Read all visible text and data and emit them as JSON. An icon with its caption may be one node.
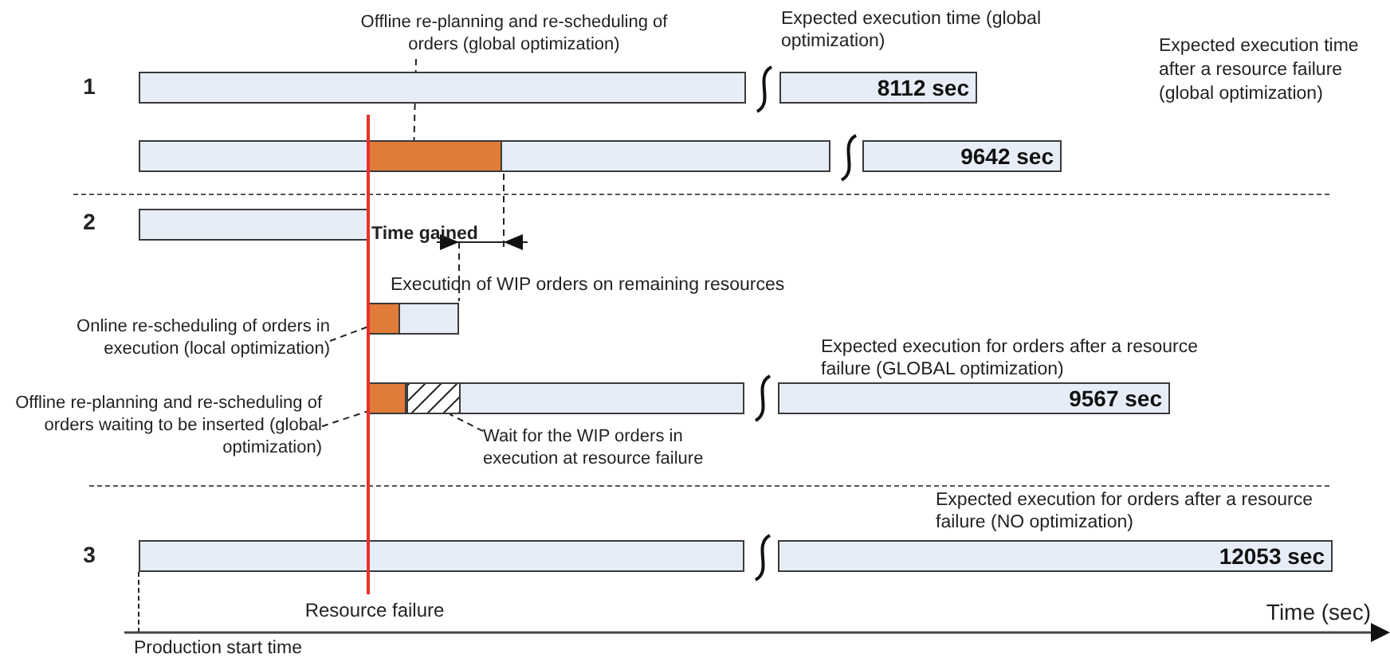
{
  "diagram": {
    "nodes": [
      {
        "text": [
          "Offline re-planning and re-scheduling of orders (global optimization)"
        ]
      },
      {
        "text": [],
        "shape": "bar"
      },
      {
        "text": [
          "8112 sec"
        ],
        "beside": [
          "Expected execution time (global optimization)"
        ]
      },
      {
        "text": [],
        "shape": "bar"
      },
      {
        "text": [],
        "shape": "box",
        "in": 3
      },
      {
        "text": [
          "9642 sec"
        ]
      },
      {
        "text": [],
        "shape": "bar"
      },
      {
        "text": [
          "Online re-scheduling of orders in execution (local optimization)"
        ]
      },
      {
        "text": [],
        "shape": "bar",
        "beside": [
          "Execution of WIP orders on remaining resources"
        ]
      },
      {
        "text": [],
        "shape": "box",
        "in": 8
      },
      {
        "text": [
          "Offline re-planning and re-scheduling of orders waiting to be inserted (global optimization)"
        ]
      },
      {
        "text": [],
        "shape": "bar"
      },
      {
        "text": [],
        "shape": "box",
        "in": 11
      },
      {
        "text": [],
        "shape": "box",
        "in": 11
      },
      {
        "text": [
          "Wait for the WIP orders in execution at resource failure"
        ]
      },
      {
        "text": [
          "9567 sec"
        ],
        "beside": [
          "Expected execution for orders after a resource failure (GLOBAL optimization)"
        ]
      },
      {
        "text": [],
        "shape": "bar"
      },
      {
        "text": [
          "12053 sec"
        ],
        "beside": [
          "Expected execution for orders after a resource failure (NO optimization)"
        ]
      }
    ],
    "edges": [
      {
        "from": 0,
        "to": 4,
        "arrow": "none",
        "style": "dashed"
      },
      {
        "from": 7,
        "to": 9,
        "arrow": "none",
        "style": "dashed"
      },
      {
        "from": 10,
        "to": 12,
        "arrow": "none",
        "style": "dashed"
      },
      {
        "from": 14,
        "to": 13,
        "arrow": "none",
        "style": "dashed"
      }
    ],
    "labels": [
      "Expected execution time after a resource failure (global optimization)",
      "1",
      "2",
      "Time gained",
      "3",
      "Resource failure",
      "Time (sec)",
      "Production start time"
    ]
  }
}
